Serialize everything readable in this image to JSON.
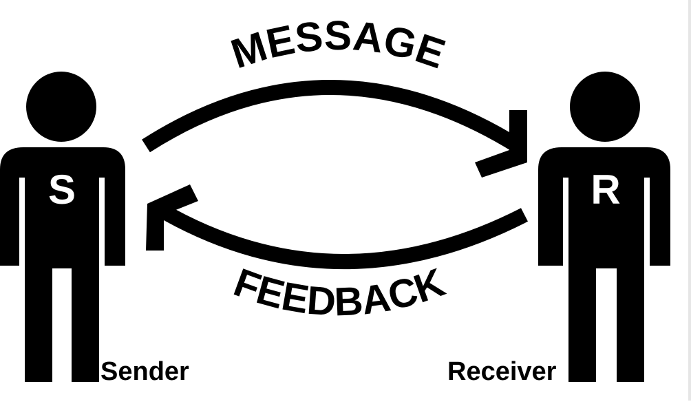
{
  "diagram": {
    "sender": {
      "initial": "S",
      "label": "Sender"
    },
    "receiver": {
      "initial": "R",
      "label": "Receiver"
    },
    "message_label": "MESSAGE",
    "feedback_label": "FEEDBACK"
  },
  "colors": {
    "ink": "#000000",
    "paper": "#ffffff"
  }
}
